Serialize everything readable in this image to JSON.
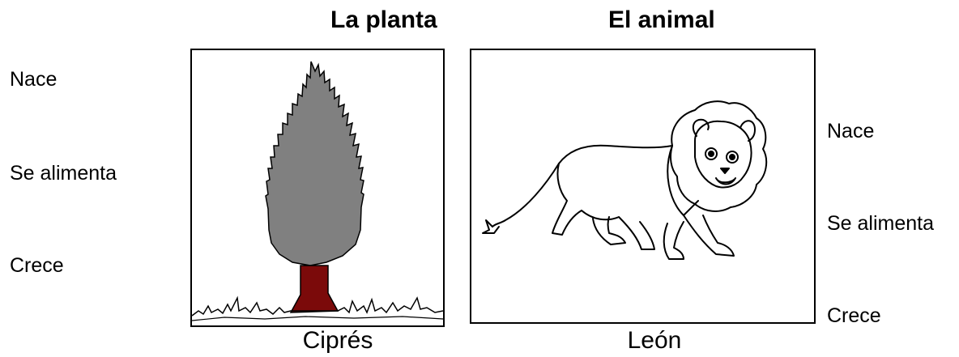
{
  "plant": {
    "heading": "La planta",
    "name": "Ciprés",
    "steps": [
      "Nace",
      "Se alimenta",
      "Crece"
    ]
  },
  "animal": {
    "heading": "El animal",
    "name": "León",
    "steps": [
      "Nace",
      "Se alimenta",
      "Crece"
    ]
  },
  "colors": {
    "foliage": "#808080",
    "trunk": "#7b0a0a",
    "outline": "#000000"
  },
  "illustrations": {
    "plant": "cypress-tree",
    "animal": "lion"
  }
}
